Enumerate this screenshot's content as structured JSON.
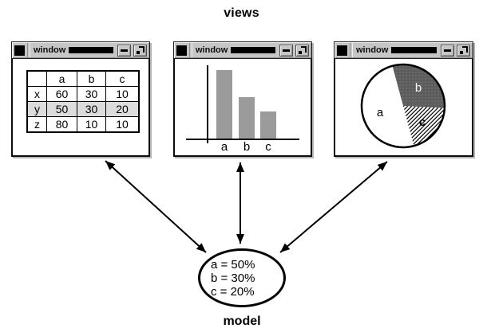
{
  "header": {
    "title": "views"
  },
  "windows": [
    {
      "title": "window"
    },
    {
      "title": "window"
    },
    {
      "title": "window"
    }
  ],
  "model": {
    "label": "model",
    "entries": [
      "a = 50%",
      "b = 30%",
      "c = 20%"
    ]
  },
  "chart_data": [
    {
      "type": "table",
      "columns": [
        "",
        "a",
        "b",
        "c"
      ],
      "row_labels": [
        "x",
        "y",
        "z"
      ],
      "rows": [
        [
          60,
          30,
          10
        ],
        [
          50,
          30,
          20
        ],
        [
          80,
          10,
          10
        ]
      ],
      "highlighted_row": "y"
    },
    {
      "type": "bar",
      "categories": [
        "a",
        "b",
        "c"
      ],
      "values": [
        50,
        30,
        20
      ],
      "title": "",
      "xlabel": "",
      "ylabel": "",
      "ylim": [
        0,
        58
      ],
      "grid": false,
      "legend": false
    },
    {
      "type": "pie",
      "labels": [
        "a",
        "b",
        "c"
      ],
      "values": [
        50,
        30,
        20
      ],
      "slice_styles": [
        "white",
        "dark-gray-dotted",
        "diagonal-hatch"
      ]
    }
  ],
  "colors": {
    "titlebar_gray": "#c6c6c6",
    "bar_fill": "#9b9b9b",
    "pie_dark_slice": "#5c5c5c",
    "highlight_row": "#dcdcdc",
    "ink": "#000000"
  },
  "icons": {
    "window_menu": "window-menu-icon",
    "minimize": "minimize-icon",
    "maximize": "maximize-icon"
  }
}
